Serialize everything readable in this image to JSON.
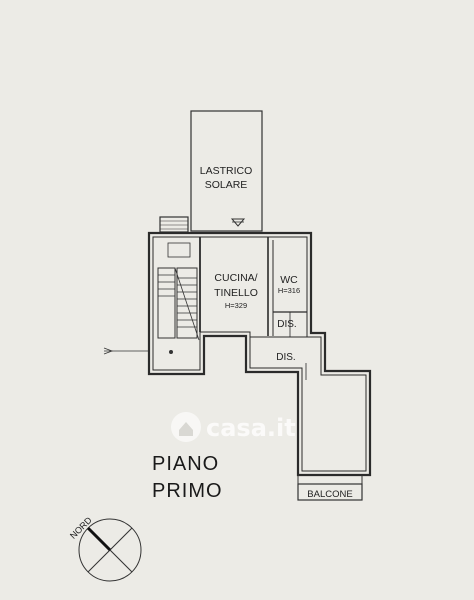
{
  "rooms": {
    "lastrico_line1": "LASTRICO",
    "lastrico_line2": "SOLARE",
    "cucina_line1": "CUCINA/",
    "cucina_line2": "TINELLO",
    "cucina_height": "H=329",
    "wc_label": "WC",
    "wc_height": "H=316",
    "dis_upper": "DIS.",
    "dis_lower": "DIS.",
    "balcone": "BALCONE"
  },
  "title": {
    "line1": "PIANO",
    "line2": "PRIMO"
  },
  "compass": {
    "label": "NORD"
  },
  "watermark": {
    "text": "casa.it"
  }
}
